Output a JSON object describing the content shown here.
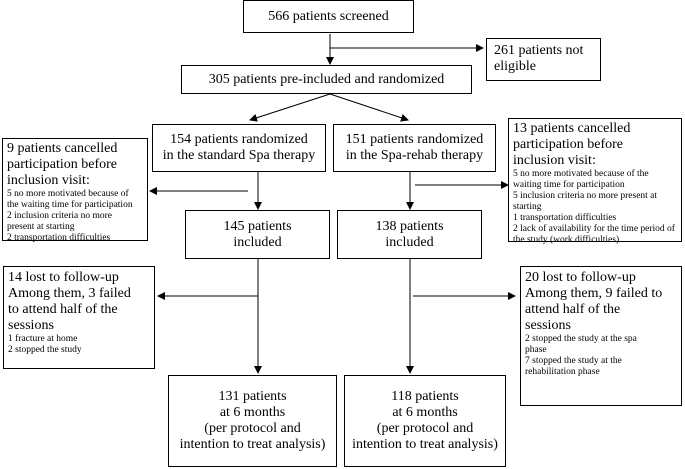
{
  "screened": "566 patients screened",
  "not_eligible": [
    "261 patients not",
    "eligible"
  ],
  "randomized": "305 patients pre-included and randomized",
  "spa": {
    "randomized": [
      "154 patients randomized",
      "in the standard Spa therapy"
    ],
    "cancelled": {
      "heading": [
        "9 patients cancelled",
        "participation before",
        "inclusion visit:"
      ],
      "details": [
        "5 no more motivated because of",
        "the waiting time for participation",
        "2 inclusion criteria no more",
        "present at starting",
        "2 transportation difficulties"
      ]
    },
    "included": [
      "145 patients",
      "included"
    ],
    "lost": {
      "heading": [
        "14 lost to follow-up",
        "Among them, 3 failed",
        "to attend half of the",
        "sessions"
      ],
      "details": [
        "1 fracture at home",
        "2 stopped the study"
      ]
    },
    "final": [
      "131 patients",
      "at 6 months",
      "(per protocol and",
      "intention to treat analysis)"
    ]
  },
  "rehab": {
    "randomized": [
      "151 patients randomized",
      "in the Spa-rehab therapy"
    ],
    "cancelled": {
      "heading": [
        "13 patients cancelled",
        "participation before",
        "inclusion visit:"
      ],
      "details": [
        "5 no more motivated because of the",
        "waiting time for participation",
        "5 inclusion criteria no more present at",
        "starting",
        "1 transportation difficulties",
        "2 lack of availability for the time period of",
        "the study (work difficulties)"
      ]
    },
    "included": [
      "138 patients",
      "included"
    ],
    "lost": {
      "heading": [
        "20 lost to follow-up",
        "Among them, 9 failed to",
        "attend half of the",
        "sessions"
      ],
      "details": [
        "2 stopped the study at the spa",
        "phase",
        "7 stopped the study at the",
        "rehabilitation phase"
      ]
    },
    "final": [
      "118 patients",
      "at 6 months",
      "(per protocol and",
      "intention to treat analysis)"
    ]
  }
}
